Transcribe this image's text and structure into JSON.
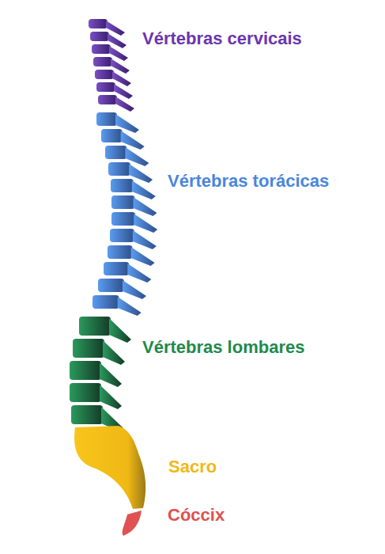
{
  "diagram": {
    "labels": [
      "Vértebras cervicais",
      "Vértebras torácicas",
      "Vértebras lombares",
      "Sacro",
      "Cóccix"
    ]
  }
}
